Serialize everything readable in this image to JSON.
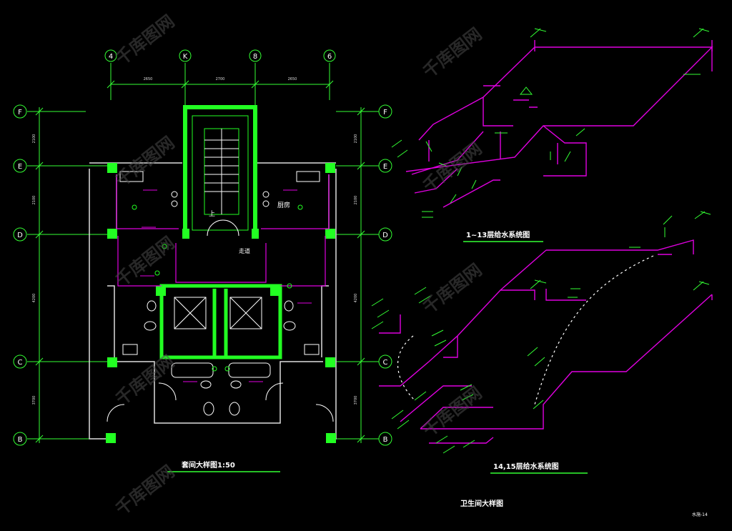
{
  "colors": {
    "background": "#000000",
    "wall": "#22ff22",
    "line": "#33ff33",
    "pipe": "#e000e0",
    "text": "#ffffff",
    "dim": "#dddddd",
    "dashed": "#ffffff"
  },
  "grid_axes": {
    "top": [
      "4",
      "K",
      "8",
      "6"
    ],
    "left": [
      "F",
      "E",
      "D",
      "C",
      "B"
    ],
    "right": [
      "F",
      "E",
      "D",
      "C",
      "B"
    ]
  },
  "dimensions": {
    "top": [
      "2650",
      "2700",
      "2650"
    ],
    "left": [
      "2100",
      "2100",
      "4200",
      "3700"
    ]
  },
  "room_labels": {
    "kitchen": "厨房",
    "corridor": "走道",
    "stair_mark": "上"
  },
  "titles": {
    "floor_plan": "套间大样图1:50",
    "riser_1_13": "1~13层给水系统图",
    "riser_14_15": "14,15层给水系统图",
    "sheet": "卫生间大样图",
    "sheet_no": "水施-14"
  },
  "watermark": "千库图网"
}
